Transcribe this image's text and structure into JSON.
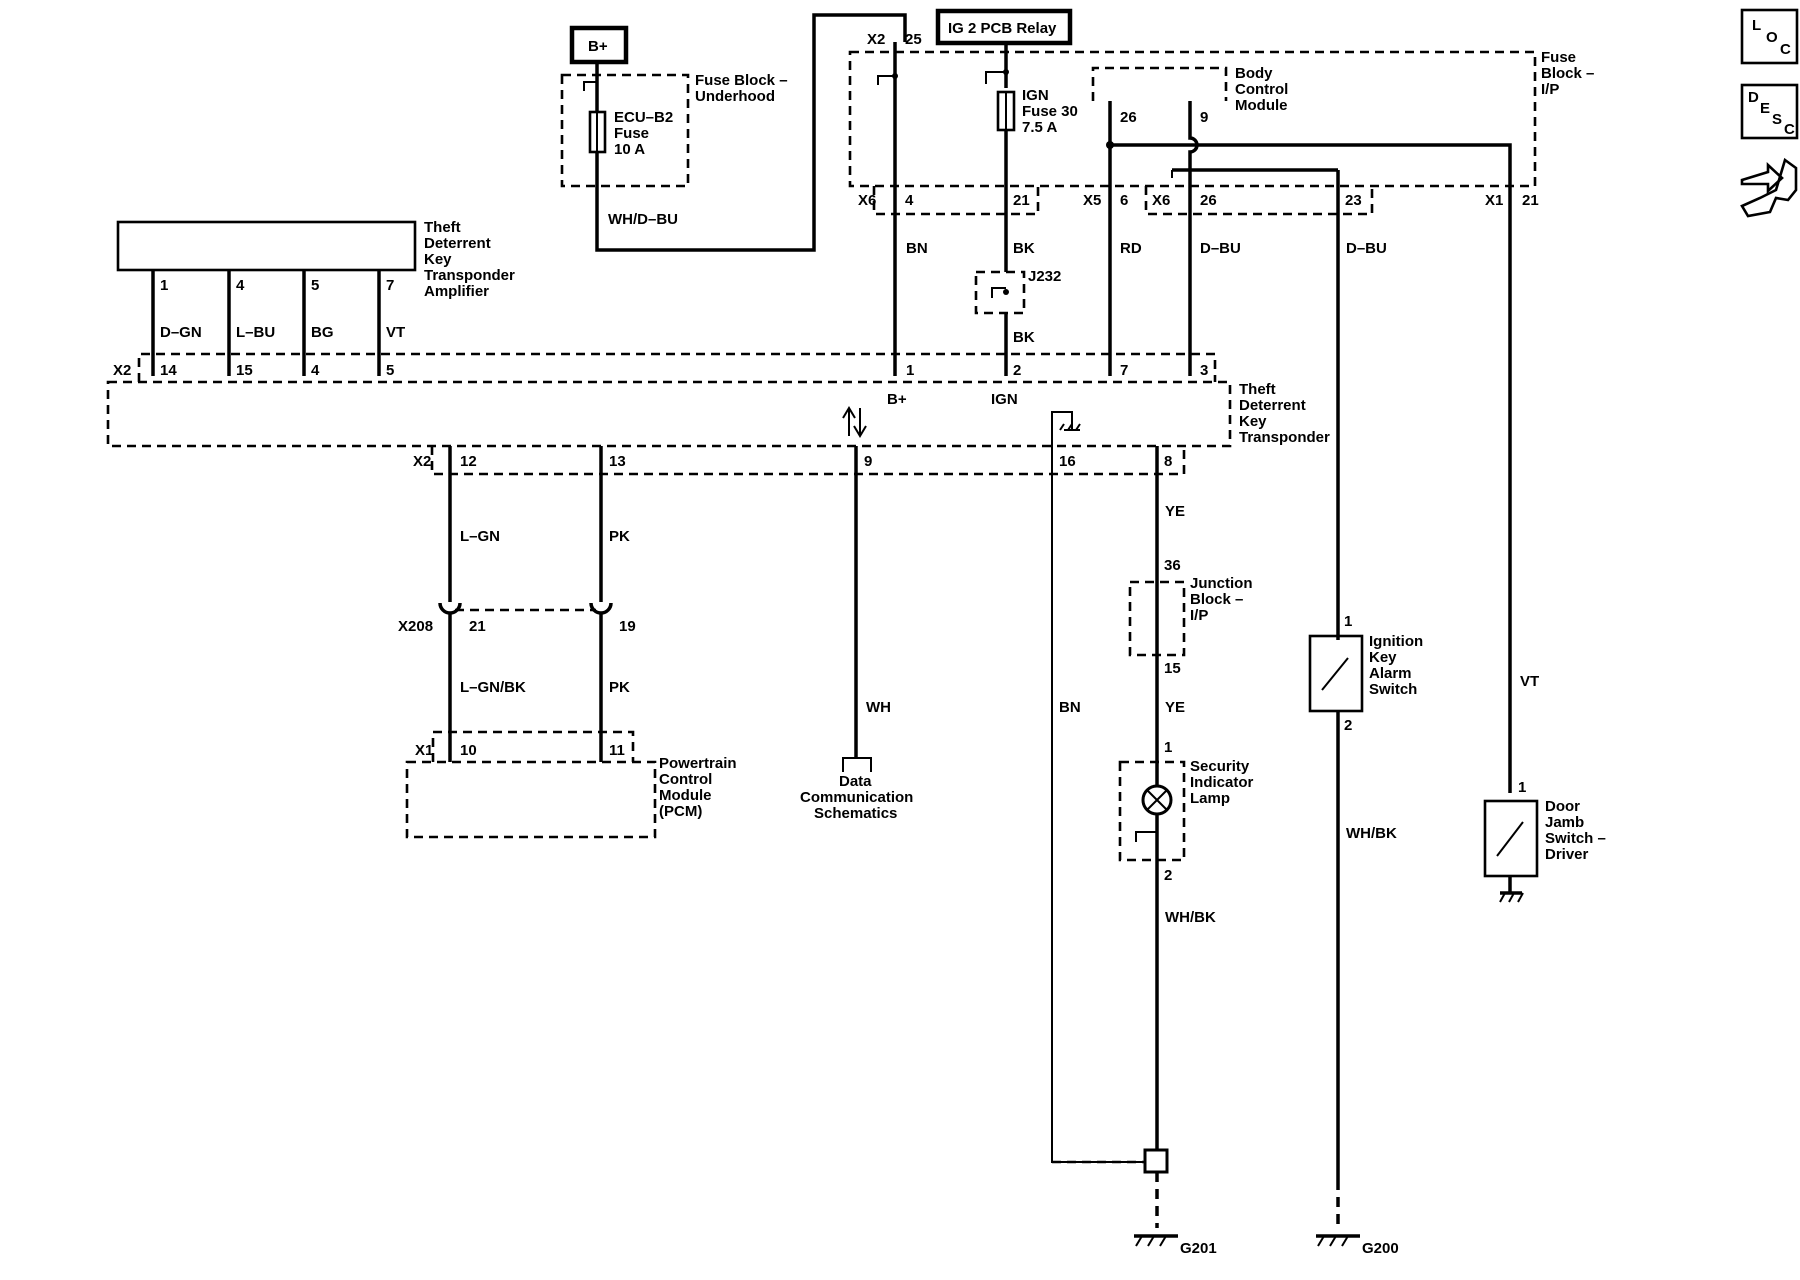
{
  "header": {
    "relay": "IG 2 PCB Relay",
    "battery": "B+"
  },
  "icons": {
    "loc": [
      "L",
      "O",
      "C"
    ],
    "desc": [
      "D",
      "E",
      "S",
      "C"
    ]
  },
  "fuse_underhood": {
    "label": [
      "Fuse Block –",
      "Underhood"
    ],
    "fuse": [
      "ECU–B2",
      "Fuse",
      "10 A"
    ],
    "wire": "WH/D–BU"
  },
  "fuse_ip": {
    "label": [
      "Fuse",
      "Block –",
      "I/P"
    ],
    "x2": "X2",
    "pin25": "25",
    "ign_fuse": [
      "IGN",
      "Fuse 30",
      "7.5 A"
    ],
    "x6a": "X6",
    "pin4": "4",
    "pin21a": "21",
    "x5": "X5",
    "pin6": "6",
    "x6b": "X6",
    "pin26": "26",
    "pin23": "23",
    "x1": "X1",
    "pin21b": "21"
  },
  "bcm": {
    "label": [
      "Body",
      "Control",
      "Module"
    ],
    "pin26": "26",
    "pin9": "9"
  },
  "wires_top": {
    "bn": "BN",
    "bk1": "BK",
    "bk2": "BK",
    "rd": "RD",
    "dbu1": "D–BU",
    "dbu2": "D–BU",
    "splice": "J232"
  },
  "amp": {
    "label": [
      "Theft",
      "Deterrent",
      "Key",
      "Transponder",
      "Amplifier"
    ],
    "pins": [
      "1",
      "4",
      "5",
      "7"
    ],
    "colors": [
      "D–GN",
      "L–BU",
      "BG",
      "VT"
    ]
  },
  "tdkt": {
    "label": [
      "Theft",
      "Deterrent",
      "Key",
      "Transponder"
    ],
    "x2top": "X2",
    "top_pins": [
      "14",
      "15",
      "4",
      "5",
      "1",
      "2",
      "7",
      "3"
    ],
    "bplus": "B+",
    "ign": "IGN",
    "x2bot": "X2",
    "bot_pins": [
      "12",
      "13",
      "9",
      "16",
      "8"
    ]
  },
  "lower": {
    "lgn": "L–GN",
    "pk": "PK",
    "x208": "X208",
    "pin21": "21",
    "pin19": "19",
    "lgnbk": "L–GN/BK",
    "pk2": "PK",
    "wh": "WH",
    "bn": "BN",
    "ye1": "YE",
    "ye2": "YE",
    "whbk1": "WH/BK",
    "whbk2": "WH/BK",
    "vt": "VT"
  },
  "pcm": {
    "label": [
      "Powertrain",
      "Control",
      "Module",
      "(PCM)"
    ],
    "x1": "X1",
    "pin10": "10",
    "pin11": "11"
  },
  "dcs": {
    "label": [
      "Data",
      "Communication",
      "Schematics"
    ]
  },
  "junction": {
    "label": [
      "Junction",
      "Block –",
      "I/P"
    ],
    "pin36": "36",
    "pin15": "15"
  },
  "lamp": {
    "label": [
      "Security",
      "Indicator",
      "Lamp"
    ],
    "pin1": "1",
    "pin2": "2"
  },
  "ignsw": {
    "label": [
      "Ignition",
      "Key",
      "Alarm",
      "Switch"
    ],
    "pin1": "1",
    "pin2": "2"
  },
  "door": {
    "label": [
      "Door",
      "Jamb",
      "Switch –",
      "Driver"
    ],
    "pin1": "1"
  },
  "grounds": {
    "g201": "G201",
    "g200": "G200"
  }
}
